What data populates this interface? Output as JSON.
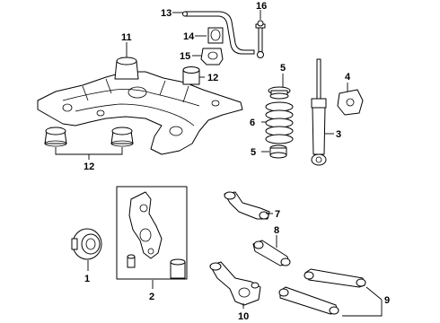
{
  "callouts": [
    {
      "id": "1",
      "label": "1"
    },
    {
      "id": "2",
      "label": "2"
    },
    {
      "id": "3",
      "label": "3"
    },
    {
      "id": "4",
      "label": "4"
    },
    {
      "id": "5a",
      "label": "5"
    },
    {
      "id": "5b",
      "label": "5"
    },
    {
      "id": "6",
      "label": "6"
    },
    {
      "id": "7",
      "label": "7"
    },
    {
      "id": "8",
      "label": "8"
    },
    {
      "id": "9",
      "label": "9"
    },
    {
      "id": "10",
      "label": "10"
    },
    {
      "id": "11",
      "label": "11"
    },
    {
      "id": "12a",
      "label": "12"
    },
    {
      "id": "12b",
      "label": "12"
    },
    {
      "id": "13",
      "label": "13"
    },
    {
      "id": "14",
      "label": "14"
    },
    {
      "id": "15",
      "label": "15"
    },
    {
      "id": "16",
      "label": "16"
    }
  ]
}
